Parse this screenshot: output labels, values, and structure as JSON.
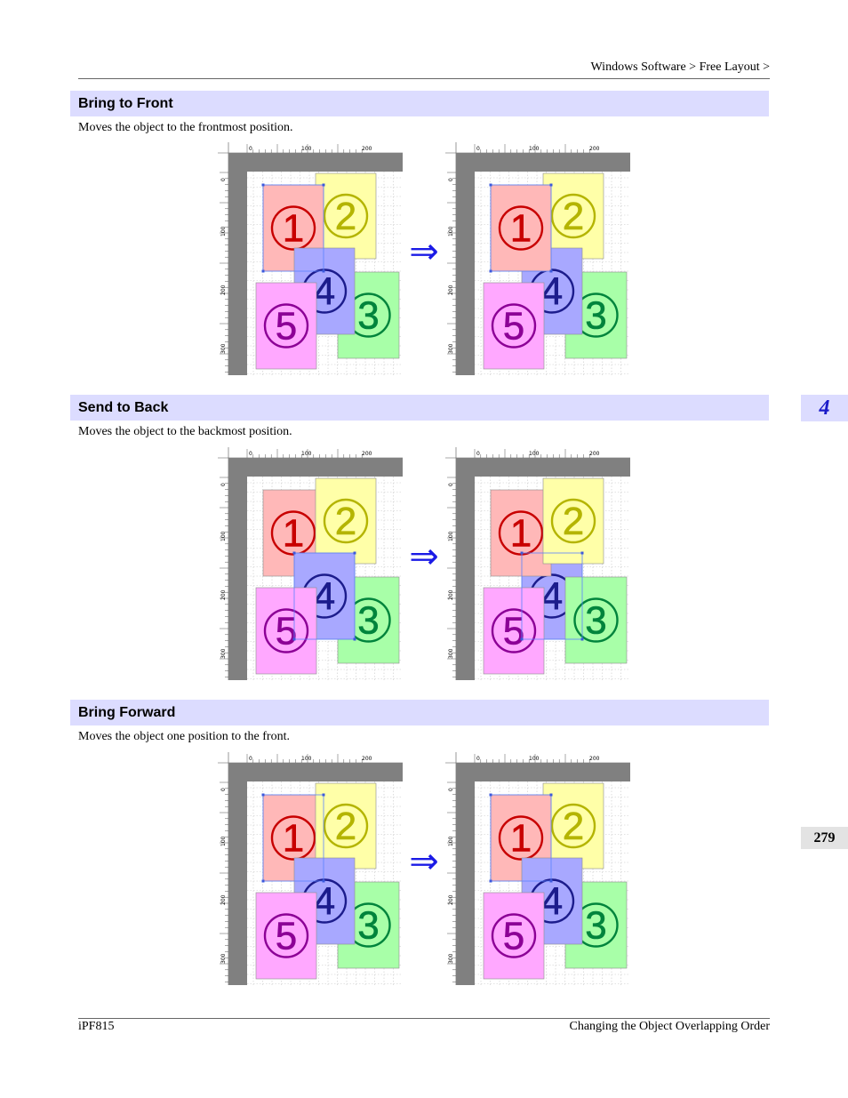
{
  "header": {
    "breadcrumb": "Windows Software > Free Layout >"
  },
  "sections": [
    {
      "title": "Bring to Front",
      "description": "Moves the object to the frontmost position.",
      "before": {
        "order": [
          2,
          3,
          1,
          4,
          5
        ],
        "selected": 1
      },
      "after": {
        "order": [
          2,
          3,
          4,
          5,
          1
        ],
        "selected": 1
      }
    },
    {
      "title": "Send to Back",
      "description": "Moves the object to the backmost position.",
      "before": {
        "order": [
          1,
          2,
          3,
          4,
          5
        ],
        "selected": 4
      },
      "after": {
        "order": [
          4,
          1,
          2,
          3,
          5
        ],
        "selected": 4
      }
    },
    {
      "title": "Bring Forward",
      "description": "Moves the object one position to the front.",
      "before": {
        "order": [
          1,
          2,
          3,
          4,
          5
        ],
        "selected": 1
      },
      "after": {
        "order": [
          2,
          1,
          3,
          4,
          5
        ],
        "selected": 1
      }
    }
  ],
  "ruler": {
    "top_labels": [
      "0",
      "100",
      "200"
    ],
    "left_labels": [
      "0",
      "100",
      "200",
      "300"
    ]
  },
  "objects": {
    "1": {
      "label": "1",
      "fill": "#ffb8b8",
      "ink": "#c80000"
    },
    "2": {
      "label": "2",
      "fill": "#ffffa8",
      "ink": "#b4b400"
    },
    "3": {
      "label": "3",
      "fill": "#a8ffa8",
      "ink": "#00843c"
    },
    "4": {
      "label": "4",
      "fill": "#a8a8ff",
      "ink": "#1c1c8c"
    },
    "5": {
      "label": "5",
      "fill": "#ffa8ff",
      "ink": "#8c0096"
    }
  },
  "arrow_symbol": "⇒",
  "colors": {
    "section_bar": "#dcdcff",
    "arrow": "#1a1ae6",
    "selection": "#5a82ff"
  },
  "sidebar": {
    "chapter": "4",
    "page_number": "279"
  },
  "footer": {
    "left": "iPF815",
    "right": "Changing the Object Overlapping Order"
  }
}
